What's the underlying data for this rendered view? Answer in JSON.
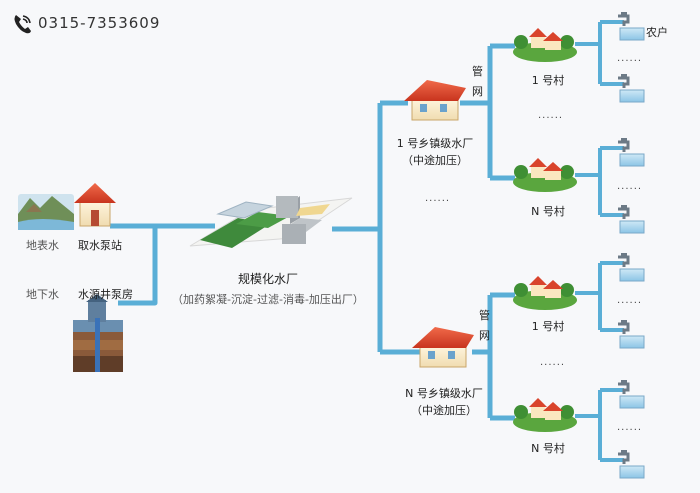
{
  "contact": {
    "phone": "0315-7353609",
    "icon": "phone-icon"
  },
  "sources": {
    "surface_water": "地表水",
    "intake_station": "取水泵站",
    "groundwater": "地下水",
    "well_pump_house": "水源井泵房"
  },
  "main_plant": {
    "name": "规模化水厂",
    "process": "（加药絮凝-沉淀-过滤-消毒-加压出厂）"
  },
  "town_plants": [
    {
      "name": "1 号乡镇级水厂",
      "note": "（中途加压）",
      "pipe_label": "管网",
      "villages": [
        "1 号村",
        "N 号村"
      ]
    },
    {
      "name": "N 号乡镇级水厂",
      "note": "（中途加压）",
      "pipe_label": "管网",
      "villages": [
        "1 号村",
        "N 号村"
      ]
    }
  ],
  "household_label": "农户",
  "ellipsis": "......",
  "colors": {
    "pipe": "#5aaed6",
    "roof": "#d9442c",
    "background": "#f7f8fa"
  }
}
